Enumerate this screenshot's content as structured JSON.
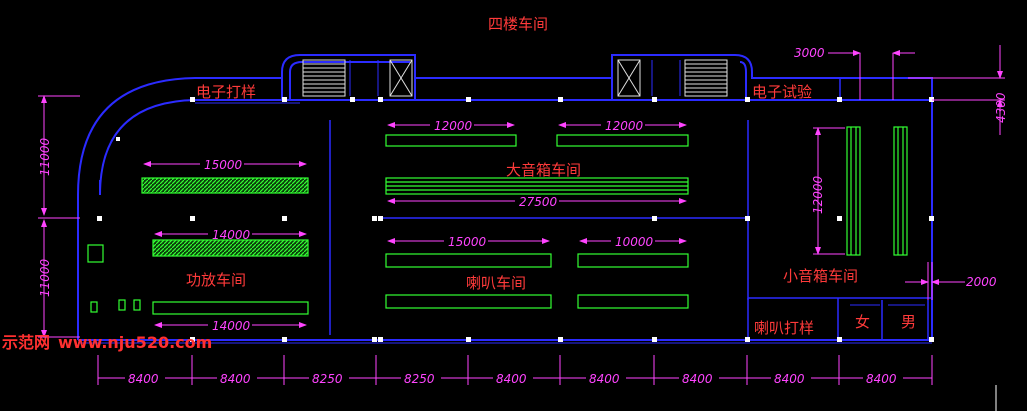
{
  "plan": {
    "title": "四楼车间",
    "rooms": {
      "elec_sample": "电子打样",
      "elec_test": "电子试验",
      "big_speaker": "大音箱车间",
      "amp": "功放车间",
      "horn": "喇叭车间",
      "small_speaker": "小音箱车间",
      "horn_sample": "喇叭打样",
      "female": "女",
      "male": "男"
    },
    "dims": {
      "l_12000a": "12000",
      "l_12000b": "12000",
      "l_27500": "27500",
      "l_15000a": "15000",
      "l_10000": "10000",
      "l_15000b": "15000",
      "l_14000a": "14000",
      "l_14000b": "14000",
      "v_12000": "12000",
      "v_11000a": "11000",
      "v_11000b": "11000",
      "d_3000": "3000",
      "d_4300": "4300",
      "d_2000": "2000"
    },
    "bottom_dims": [
      "8400",
      "8400",
      "8250",
      "8250",
      "8400",
      "8400",
      "8400",
      "8400",
      "8400"
    ],
    "watermark_prefix": "示范网",
    "watermark_url": "www.nju520.com"
  },
  "colors": {
    "wall": "#2b2bff",
    "bench": "#33ff33",
    "dimension": "#ff44ff",
    "room_label": "#ff3a3a",
    "node": "#ffffff"
  }
}
